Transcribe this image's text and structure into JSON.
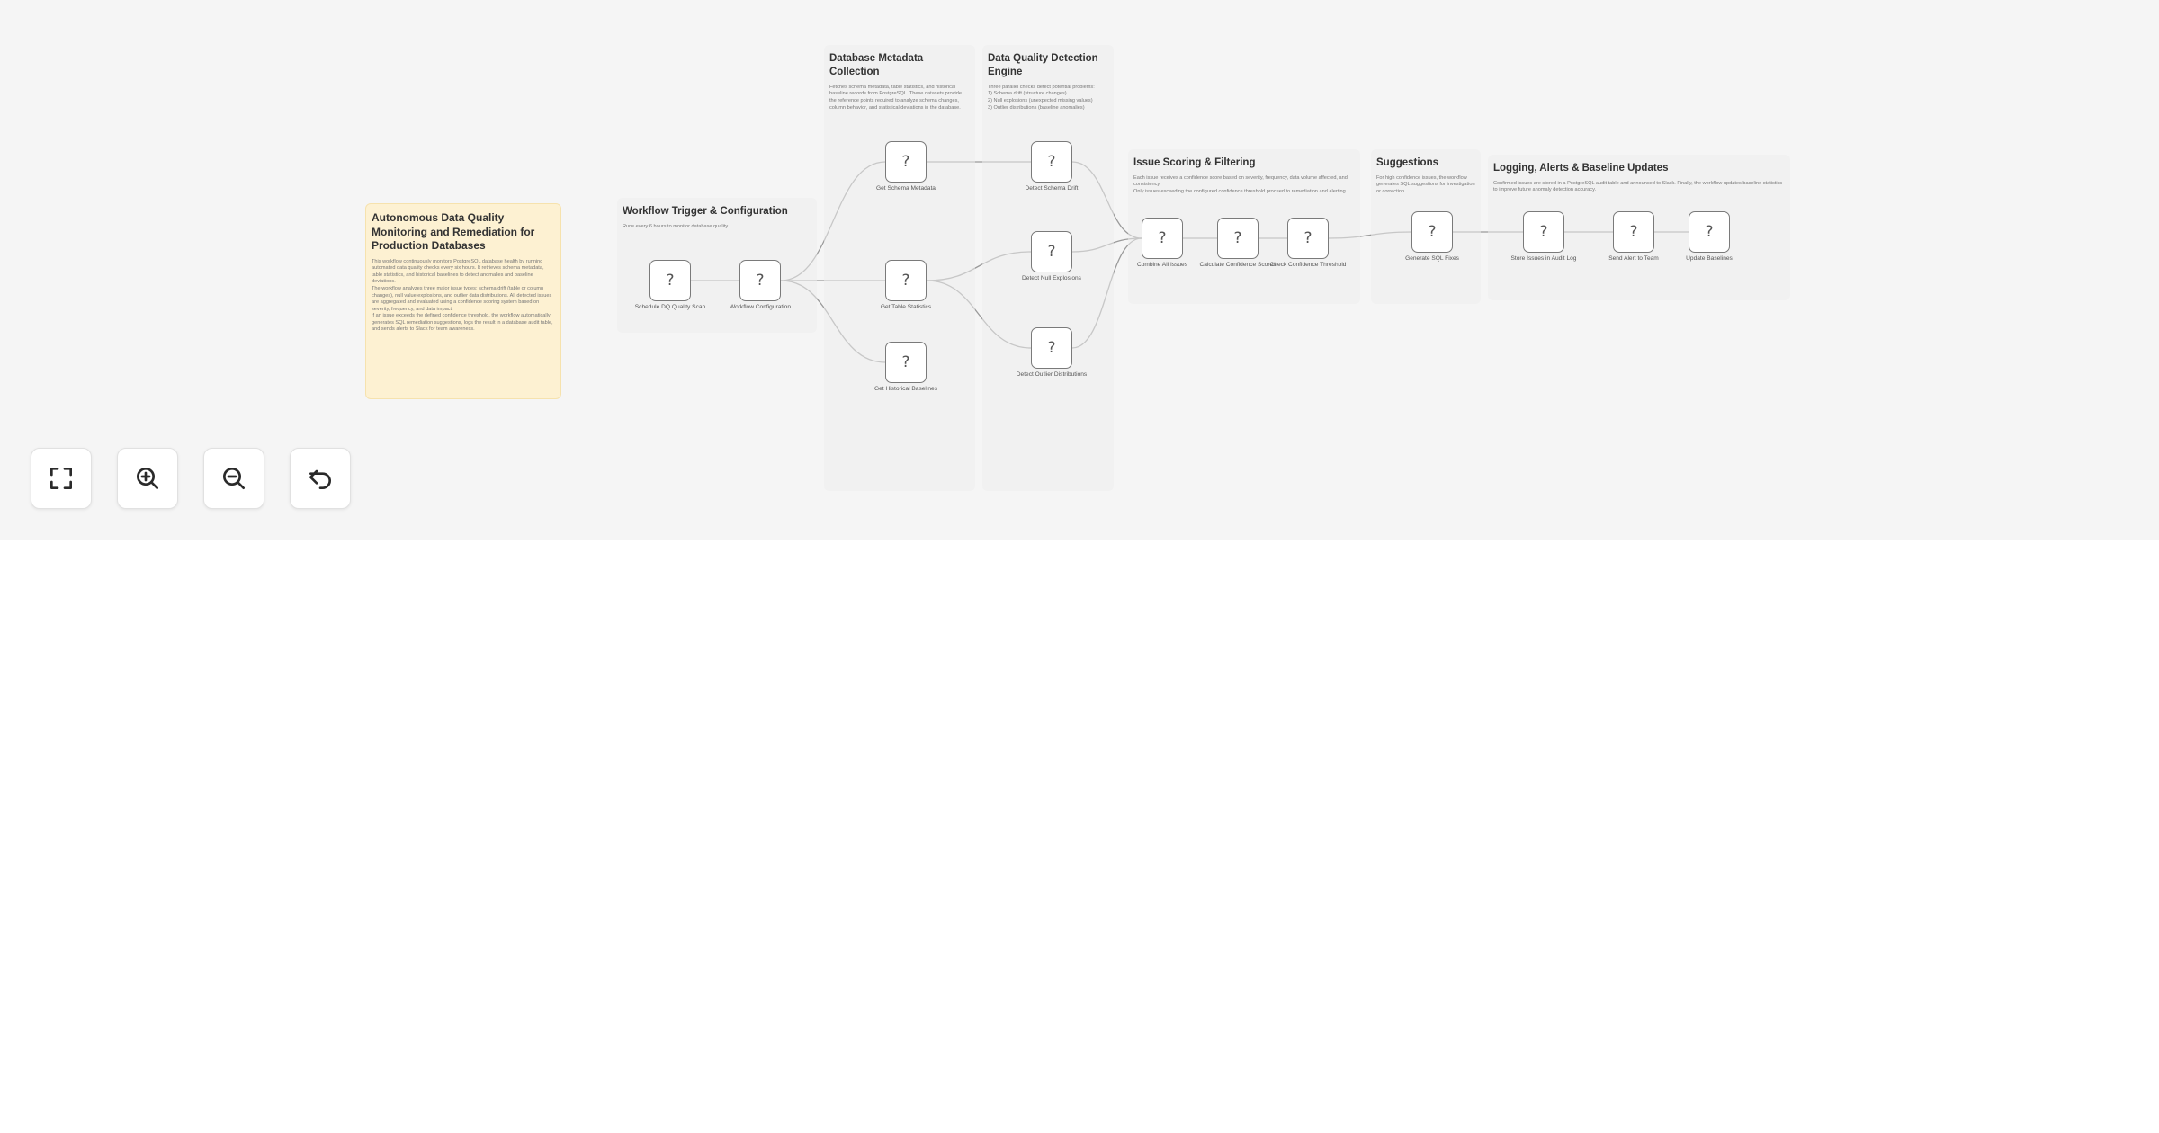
{
  "stickies": {
    "main": {
      "title": "Autonomous Data Quality Monitoring and Remediation for Production Databases",
      "body": "This workflow continuously monitors PostgreSQL database health by running automated data quality checks every six hours. It retrieves schema metadata, table statistics, and historical baselines to detect anomalies and baseline deviations.\nThe workflow analyzes three major issue types: schema drift (table or column changes), null value explosions, and outlier data distributions. All detected issues are aggregated and evaluated using a confidence scoring system based on severity, frequency, and data impact.\nIf an issue exceeds the defined confidence threshold, the workflow automatically generates SQL remediation suggestions, logs the result in a database audit table, and sends alerts to Slack for team awareness."
    },
    "trigger": {
      "title": "Workflow Trigger & Configuration",
      "body": "Runs every 6 hours to monitor database quality."
    },
    "collection": {
      "title": "Database Metadata Collection",
      "body": "Fetches schema metadata, table statistics, and historical baseline records from PostgreSQL. These datasets provide the reference points required to analyze schema changes, column behavior, and statistical deviations in the database."
    },
    "detection": {
      "title": "Data Quality Detection Engine",
      "body": "Three parallel checks detect potential problems:\n1) Schema drift (structure changes)\n2) Null explosions (unexpected missing values)\n3) Outlier distributions (baseline anomalies)"
    },
    "scoring": {
      "title": "Issue Scoring & Filtering",
      "body": "Each issue receives a confidence score based on severity, frequency, data volume affected, and consistency.\nOnly issues exceeding the configured confidence threshold proceed to remediation and alerting."
    },
    "suggestions": {
      "title": "Suggestions",
      "body": "For high confidence issues, the workflow generates SQL suggestions for investigation or correction."
    },
    "logging": {
      "title": "Logging, Alerts & Baseline Updates",
      "body": "Confirmed issues are stored in a PostgreSQL audit table and announced to Slack. Finally, the workflow updates baseline statistics to improve future anomaly detection accuracy."
    }
  },
  "nodes": [
    {
      "id": "schedule",
      "label": "Schedule DQ Quality Scan"
    },
    {
      "id": "config",
      "label": "Workflow Configuration"
    },
    {
      "id": "schema_meta",
      "label": "Get Schema Metadata"
    },
    {
      "id": "table_stats",
      "label": "Get Table Statistics"
    },
    {
      "id": "hist_base",
      "label": "Get Historical Baselines"
    },
    {
      "id": "schema_drift",
      "label": "Detect Schema Drift"
    },
    {
      "id": "null_exp",
      "label": "Detect Null Explosions"
    },
    {
      "id": "outlier",
      "label": "Detect Outlier Distributions"
    },
    {
      "id": "combine",
      "label": "Combine All Issues"
    },
    {
      "id": "calc_conf",
      "label": "Calculate Confidence Scores"
    },
    {
      "id": "check_conf",
      "label": "Check Confidence Threshold"
    },
    {
      "id": "gen_sql",
      "label": "Generate SQL Fixes"
    },
    {
      "id": "store",
      "label": "Store Issues in Audit Log"
    },
    {
      "id": "alert",
      "label": "Send Alert to Team"
    },
    {
      "id": "update_base",
      "label": "Update Baselines"
    }
  ],
  "node_icon_glyph": "?",
  "controls": {
    "fit": "fullscreen-icon",
    "zoom_in": "zoom-in-icon",
    "zoom_out": "zoom-out-icon",
    "reset": "undo-icon"
  },
  "colors": {
    "canvas_bg": "#f5f5f5",
    "main_sticky": "#fdf1d2",
    "node_border": "#7a7a7a",
    "edge": "#9a9a9a"
  }
}
